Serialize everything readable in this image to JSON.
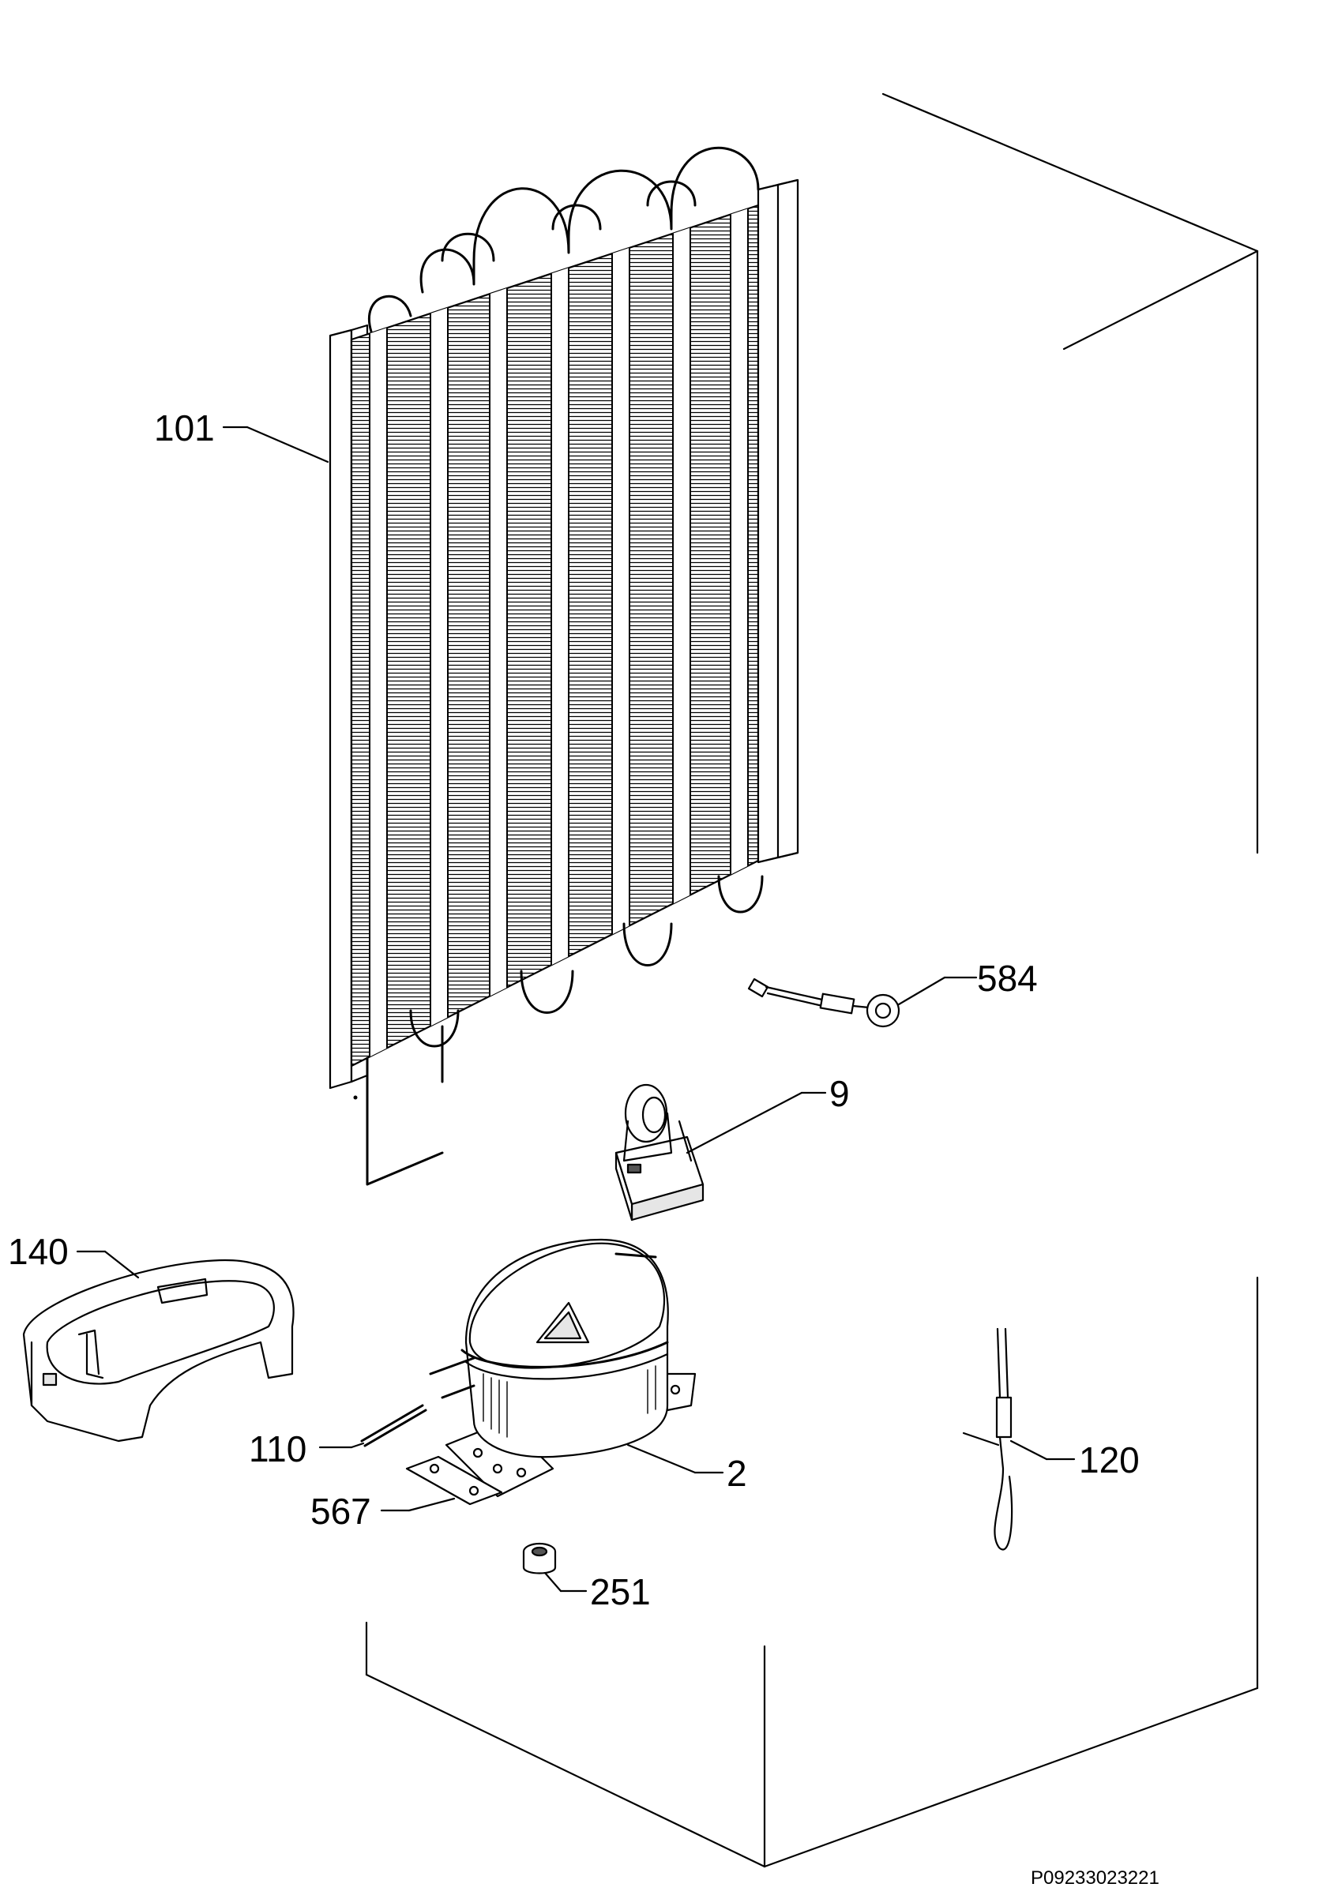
{
  "callouts": [
    {
      "id": "101",
      "label": "101"
    },
    {
      "id": "584",
      "label": "584"
    },
    {
      "id": "9",
      "label": "9"
    },
    {
      "id": "140",
      "label": "140"
    },
    {
      "id": "110",
      "label": "110"
    },
    {
      "id": "2",
      "label": "2"
    },
    {
      "id": "567",
      "label": "567"
    },
    {
      "id": "251",
      "label": "251"
    },
    {
      "id": "120",
      "label": "120"
    }
  ],
  "drawing_code": "P09233023221"
}
